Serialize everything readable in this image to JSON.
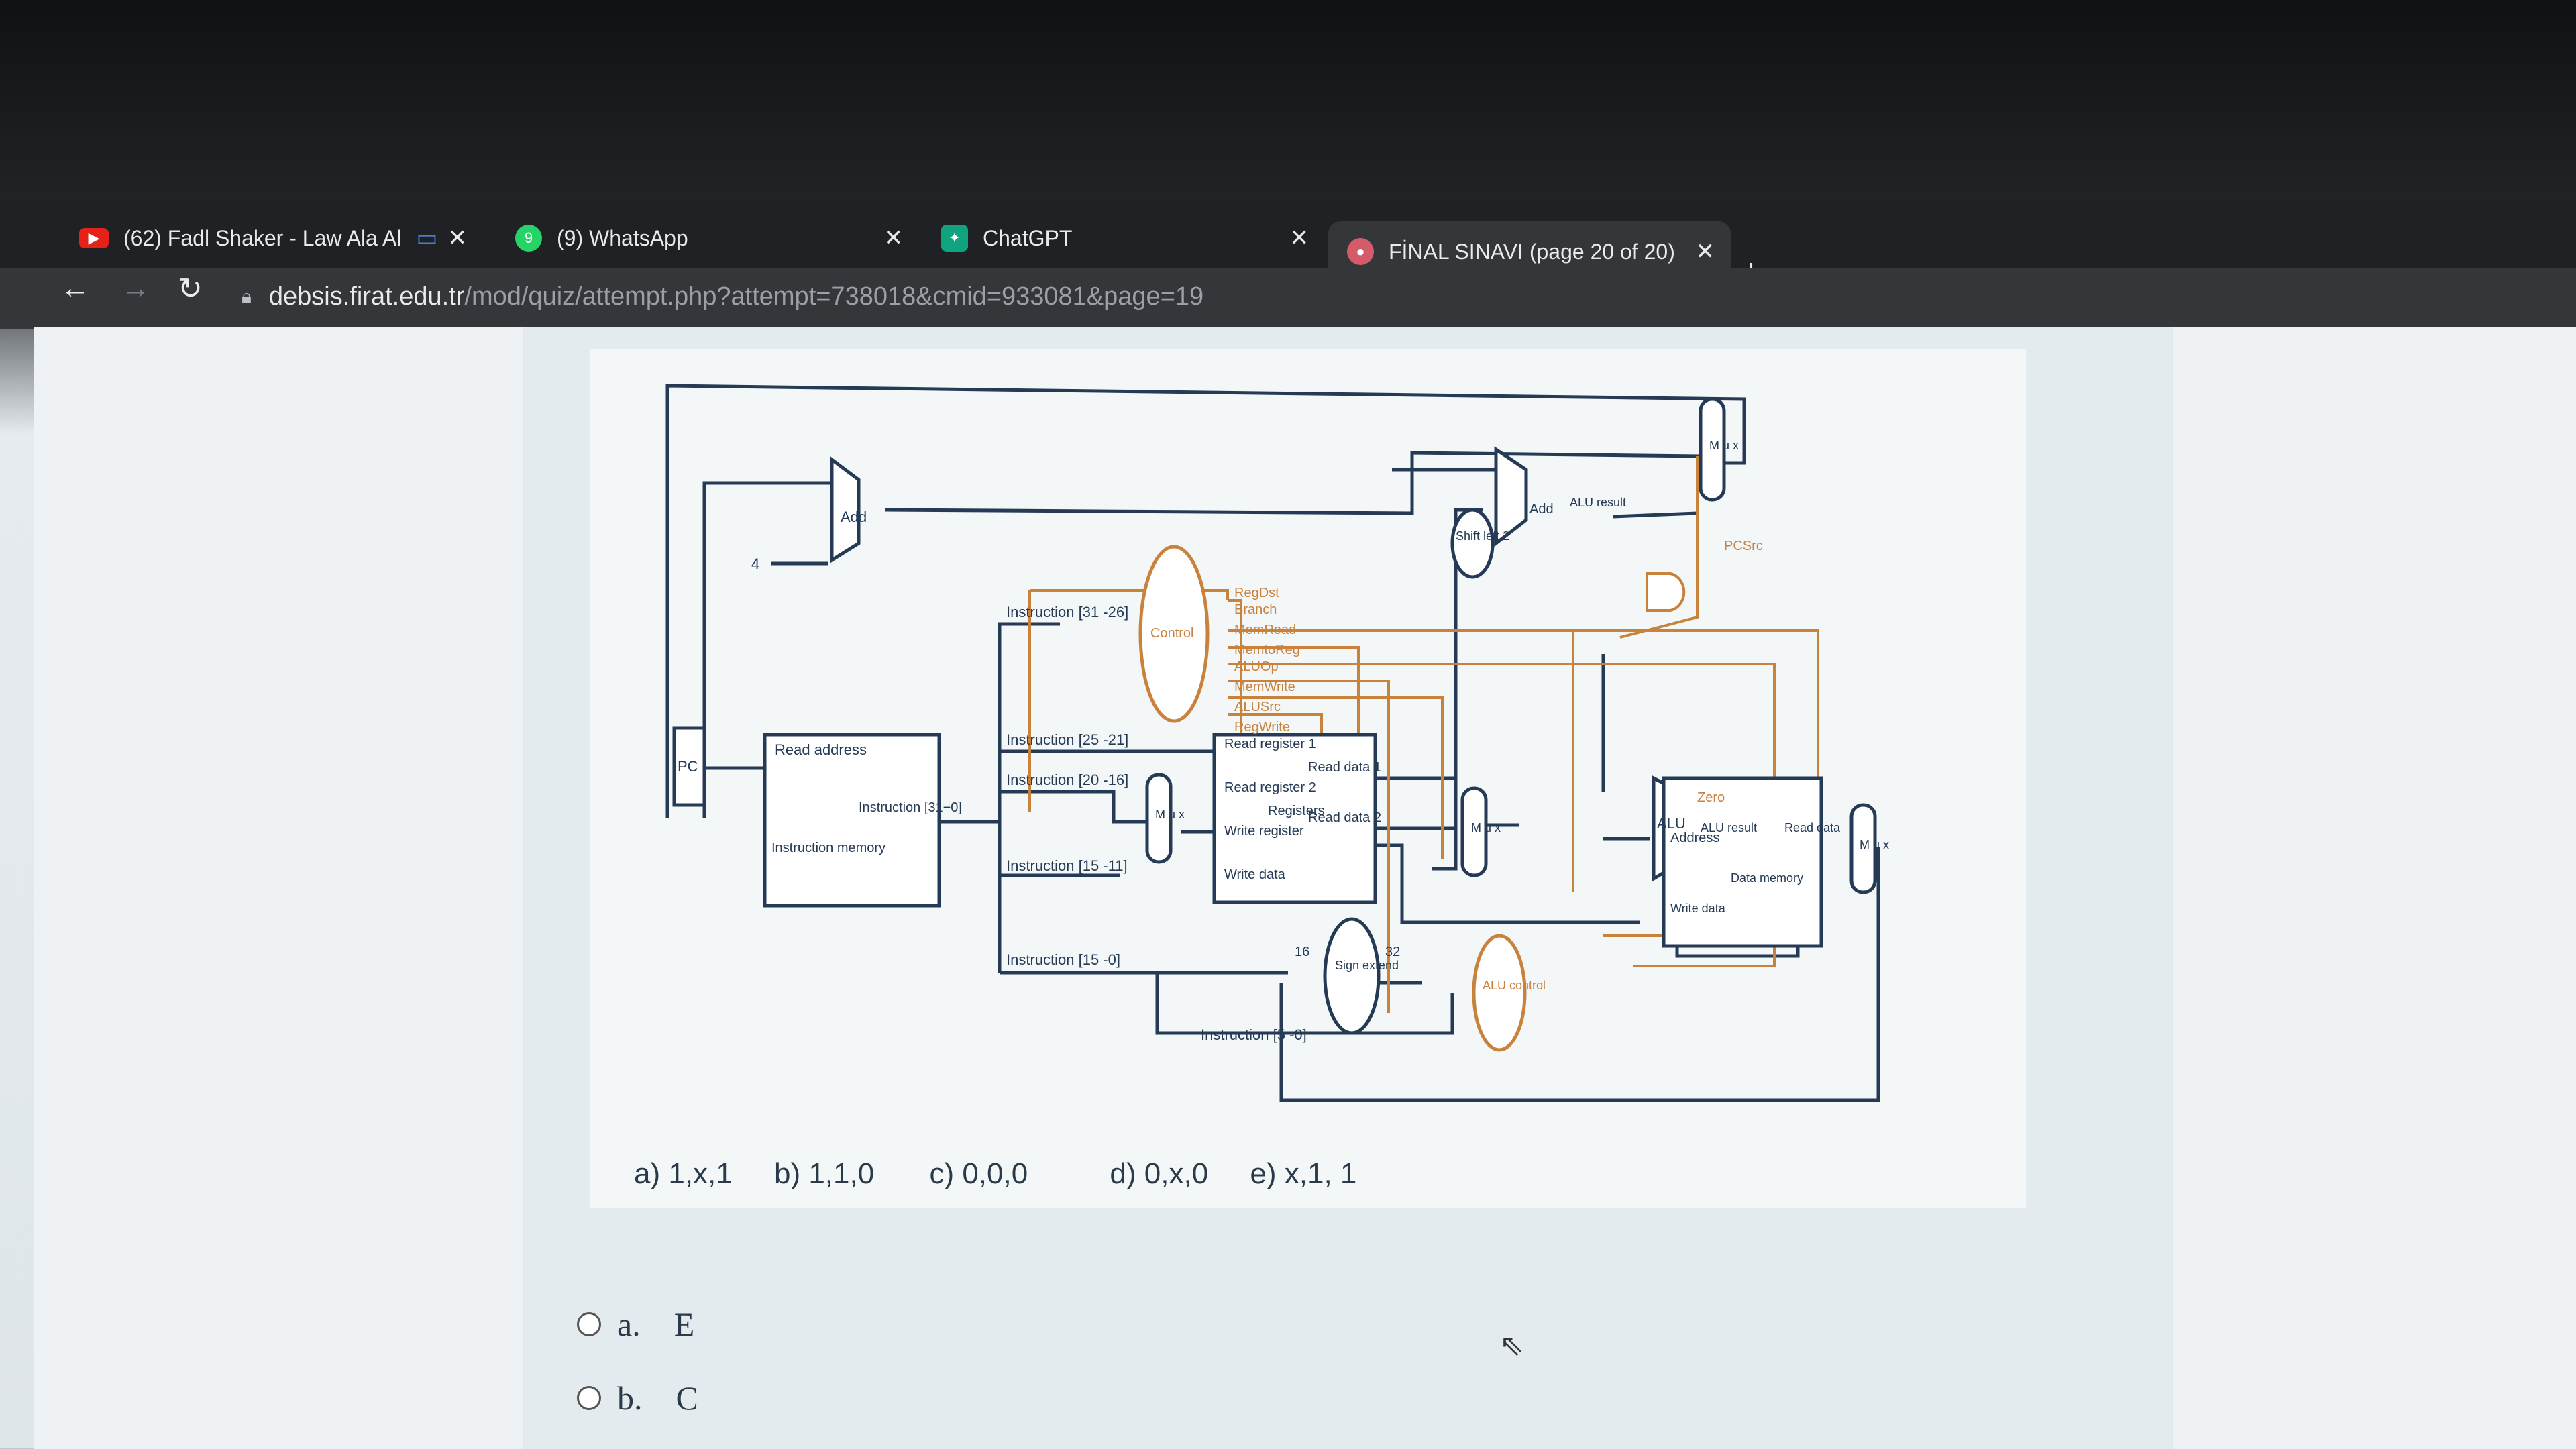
{
  "browser": {
    "tabs": [
      {
        "title": "(62) Fadl Shaker - Law Ala Al",
        "icon": "youtube-icon"
      },
      {
        "title": "(9) WhatsApp",
        "icon": "whatsapp-icon"
      },
      {
        "title": "ChatGPT",
        "icon": "chatgpt-icon"
      },
      {
        "title": "FİNAL SINAVI (page 20 of 20)",
        "icon": "moodle-icon",
        "active": true
      }
    ],
    "url_host": "debsis.firat.edu.tr",
    "url_path": "/mod/quiz/attempt.php?attempt=738018&cmid=933081&page=19",
    "new_tab_label": "+",
    "accent_color": "#35363a"
  },
  "diagram": {
    "labels": {
      "add_top": "Add",
      "four": "4",
      "pc": "PC",
      "read_address": "Read address",
      "instruction": "Instruction [31−0]",
      "instruction_memory": "Instruction memory",
      "instr_31_26": "Instruction [31 -26]",
      "instr_25_21": "Instruction [25 -21]",
      "instr_20_16": "Instruction [20 -16]",
      "instr_15_11": "Instruction [15 -11]",
      "instr_15_0": "Instruction [15 -0]",
      "instr_5_0": "Instruction [5 -0]",
      "control": "Control",
      "regdst": "RegDst",
      "branch": "Branch",
      "memread": "MemRead",
      "memtoreg": "MemtoReg",
      "aluop": "ALUOp",
      "memwrite": "MemWrite",
      "alusrc": "ALUSrc",
      "regwrite": "RegWrite",
      "read_reg1": "Read register 1",
      "read_reg2": "Read register 2",
      "write_reg": "Write register",
      "write_data": "Write data",
      "read_data1": "Read data 1",
      "read_data2": "Read data 2",
      "registers": "Registers",
      "shift_left2": "Shift left 2",
      "add_alu_result": "Add",
      "alu_result": "ALU result",
      "pcsrc": "PCSrc",
      "alu": "ALU",
      "zero": "Zero",
      "address": "Address",
      "read_data": "Read data",
      "data_memory": "Data memory",
      "write_data_mem": "Write data",
      "sign_extend": "Sign extend",
      "sixteen": "16",
      "thirtytwo": "32",
      "alu_control": "ALU control",
      "mux": "M u x"
    },
    "answers": [
      "a) 1,x,1",
      "b) 1,1,0",
      "c) 0,0,0",
      "d) 0,x,0",
      "e) x,1, 1"
    ]
  },
  "options": [
    {
      "letter": "a.",
      "text": "E"
    },
    {
      "letter": "b.",
      "text": "C"
    }
  ]
}
